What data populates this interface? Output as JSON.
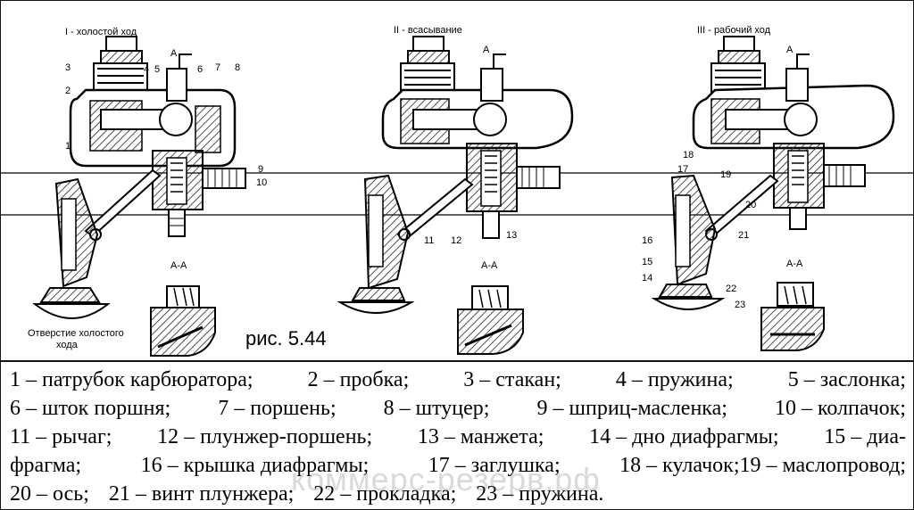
{
  "modes": {
    "idle": "I - холостой ход",
    "suction": "II - всасывание",
    "working": "III - рабочий ход"
  },
  "section_label": "А-А",
  "flow_mark": "А",
  "figure_caption": "рис. 5.44",
  "idle_hole_label_line1": "Отверстие холостого",
  "idle_hole_label_line2": "хода",
  "part_numbers": [
    "1",
    "2",
    "3",
    "4",
    "5",
    "6",
    "7",
    "8",
    "9",
    "10",
    "11",
    "12",
    "13",
    "14",
    "15",
    "16",
    "17",
    "18",
    "19",
    "20",
    "21",
    "22",
    "23"
  ],
  "legend": [
    [
      "1 – патрубок карбюратора;",
      "2 – пробка;",
      "3 – стакан;",
      "4 – пружина;",
      "5 – заслонка;"
    ],
    [
      "6 – шток поршня;",
      "7 – поршень;",
      "8 – штуцер;",
      "9 – шприц-масленка;",
      "10 – колпачок;"
    ],
    [
      "11 – рычаг;",
      "12 – плунжер-поршень;",
      "13 – манжета;",
      "14 – дно диафрагмы;",
      "15 – диа-"
    ],
    [
      "фрагма;",
      "16 – крышка диафрагмы;",
      "17 – заглушка;",
      "18 – кулачок;19 – маслопровод;"
    ],
    [
      "20 – ось;",
      "21 – винт плунжера;",
      "22 – прокладка;",
      "23 – пружина."
    ]
  ],
  "watermark": "коммерс-резерв.рф"
}
